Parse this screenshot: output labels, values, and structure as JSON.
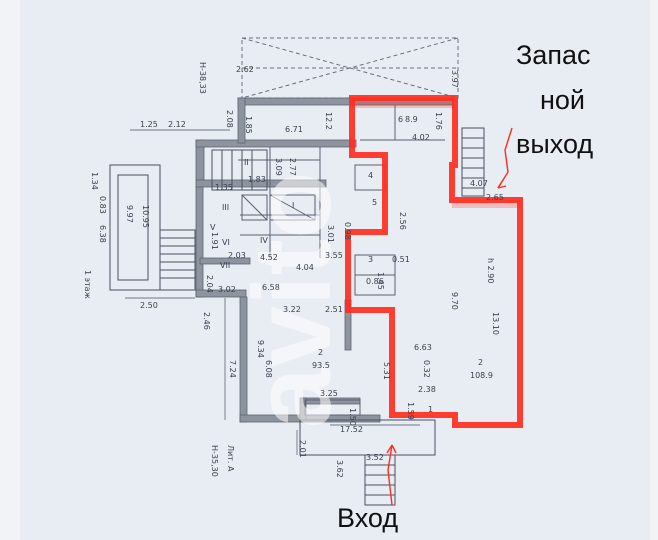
{
  "annotations": {
    "exit_line1": "Запас",
    "exit_line2": "ной",
    "exit_line3": "выход",
    "entrance": "Вход"
  },
  "plan": {
    "floor_label": "1 этаж",
    "litera": "Лит. А",
    "mark_top": "Н-38,33",
    "mark_bottom": "Н-35,30",
    "watermark": "avito",
    "rooms": {
      "r1": "1",
      "r2_main": "2",
      "r2_main_area": "93.5",
      "r2_right": "2",
      "r2_right_area": "108.9",
      "r6": "6",
      "r6_area": "8.9",
      "r3": "3",
      "r4": "4",
      "r5": "5",
      "rI": "I",
      "rII": "II",
      "rIII": "III",
      "rIV": "IV",
      "rVI": "VI",
      "rVII": "VII",
      "rV": "V"
    },
    "dims": {
      "d1": "3.97",
      "d2": "2.62",
      "d3": "2.08",
      "d4": "1.85",
      "d5": "12.2",
      "d6": "1.76",
      "d7": "6.71",
      "d8": "3.09",
      "d9": "2.77",
      "d10": "1.83",
      "d11": "9.97",
      "d12": "10.95",
      "d13": "6.38",
      "d14": "1.34",
      "d15": "0.83",
      "d16": "1.25",
      "d17": "2.12",
      "d18": "2.50",
      "d19": "2.46",
      "d20": "2.04",
      "d21": "3.02",
      "d22": "6.58",
      "d23": "4.52",
      "d24": "4.04",
      "d25": "3.55",
      "d26": "2.51",
      "d27": "3.22",
      "d28": "9.34",
      "d29": "6.08",
      "d30": "7.24",
      "d31": "9.70",
      "d32": "h 2.90",
      "d33": "13.10",
      "d34": "6.63",
      "d35": "0.32",
      "d36": "2.38",
      "d37": "1.50",
      "d38": "3.25",
      "d39": "17.52",
      "d40": "2.01",
      "d41": "3.62",
      "d42": "4.07",
      "d43": "3.01",
      "d44": "0.98",
      "d45": "0.51",
      "d46": "1.45",
      "d47": "2.56",
      "d48": "1.91",
      "d49": "2.03",
      "d50": "1.35",
      "d51": "0.86",
      "d52": "5.31",
      "d53": "1.59",
      "d54": "3.52",
      "d55": "4.02",
      "d56": "2.65"
    }
  },
  "colors": {
    "paper": "#e9edf4",
    "wall": "#8c929c",
    "wall_dark": "#5f6570",
    "line": "#4a5160",
    "highlight": "#ff2d1e",
    "annotation_text": "#111111"
  }
}
